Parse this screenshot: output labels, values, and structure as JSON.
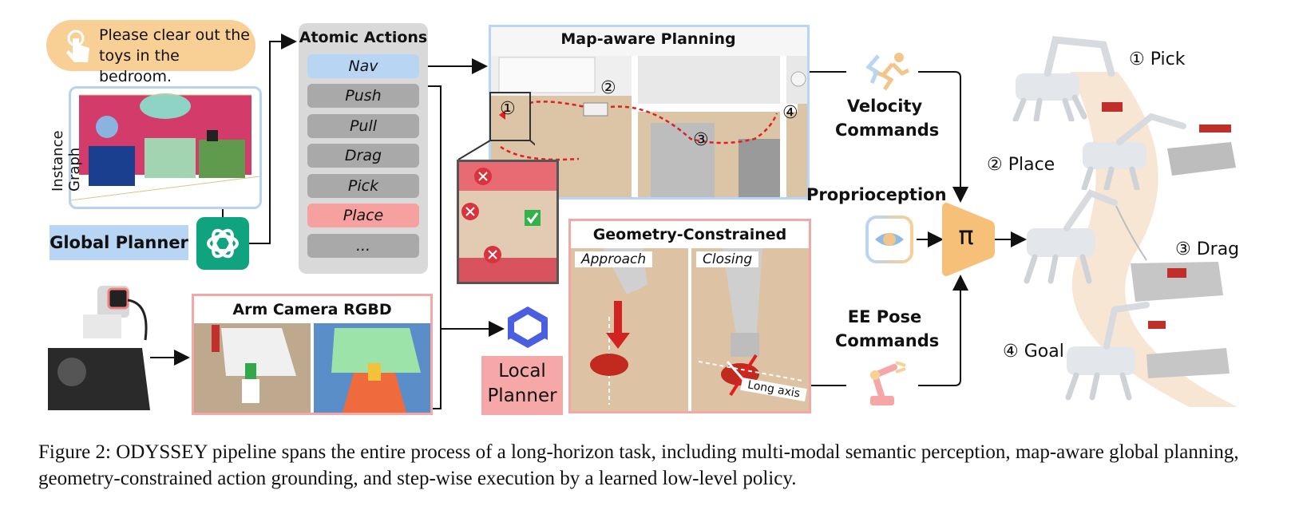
{
  "instruction": "Please clear out the toys in the bedroom.",
  "instance_graph_label": "Instance Graph",
  "global_planner_label": "Global Planner",
  "atomic_actions": {
    "title": "Atomic Actions",
    "items": [
      {
        "label": "Nav",
        "color": "#b8d6f4"
      },
      {
        "label": "Push",
        "color": "#a9a9a9"
      },
      {
        "label": "Pull",
        "color": "#a9a9a9"
      },
      {
        "label": "Drag",
        "color": "#a9a9a9"
      },
      {
        "label": "Pick",
        "color": "#a9a9a9"
      },
      {
        "label": "Place",
        "color": "#f6a0a0"
      },
      {
        "label": "...",
        "color": "#a9a9a9"
      }
    ]
  },
  "map_planning": {
    "title": "Map-aware Planning",
    "waypoints": [
      "①",
      "②",
      "③",
      "④"
    ]
  },
  "arm_camera": {
    "title": "Arm Camera RGBD"
  },
  "local_planner_label": "Local Planner",
  "geometry": {
    "title": "Geometry-Constrained",
    "approach_label": "Approach",
    "closing_label": "Closing",
    "axis_label": "Long axis"
  },
  "inputs": {
    "velocity": "Velocity Commands",
    "proprioception": "Proprioception",
    "ee_pose": "EE Pose Commands"
  },
  "policy_symbol": "π",
  "steps": [
    "① Pick",
    "② Place",
    "③ Drag",
    "④ Goal"
  ],
  "caption": "Figure 2: ODYSSEY pipeline spans the entire process of a long-horizon task, including multi-modal semantic perception, map-aware global planning, geometry-constrained action grounding, and step-wise execution by a learned low-level policy.",
  "colors": {
    "blue": "#b8d6f4",
    "red": "#f6a0a0",
    "orange": "#f8cf95",
    "gray": "#a9a9a9"
  }
}
